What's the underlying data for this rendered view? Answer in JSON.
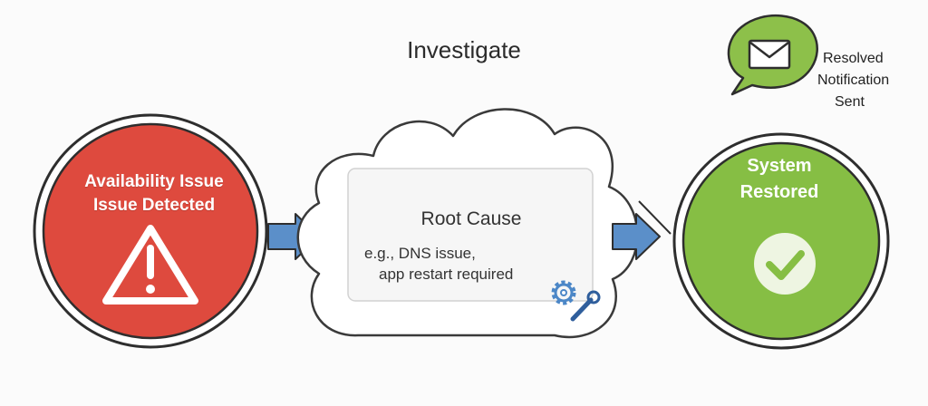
{
  "title": "Investigate",
  "issue": {
    "line1": "Availability Issue",
    "line2": "Issue Detected",
    "color": "#de4a3e"
  },
  "root_cause": {
    "title": "Root Cause",
    "example_line1": "e.g., DNS issue,",
    "example_line2": "app restart required"
  },
  "restored": {
    "line1": "System",
    "line2": "Restored",
    "color": "#86be44"
  },
  "notification": {
    "line1": "Resolved",
    "line2": "Notification",
    "line3": "Sent",
    "bubble_color": "#8dc04a"
  },
  "icons": [
    "warning-icon",
    "arrow-right-icon",
    "gear-icon",
    "wrench-icon",
    "check-icon",
    "envelope-icon",
    "speech-bubble-icon"
  ],
  "colors": {
    "arrow": "#5b8fc9",
    "cloud_fill": "#ffffff",
    "cloud_stroke": "#3a3a3a"
  }
}
